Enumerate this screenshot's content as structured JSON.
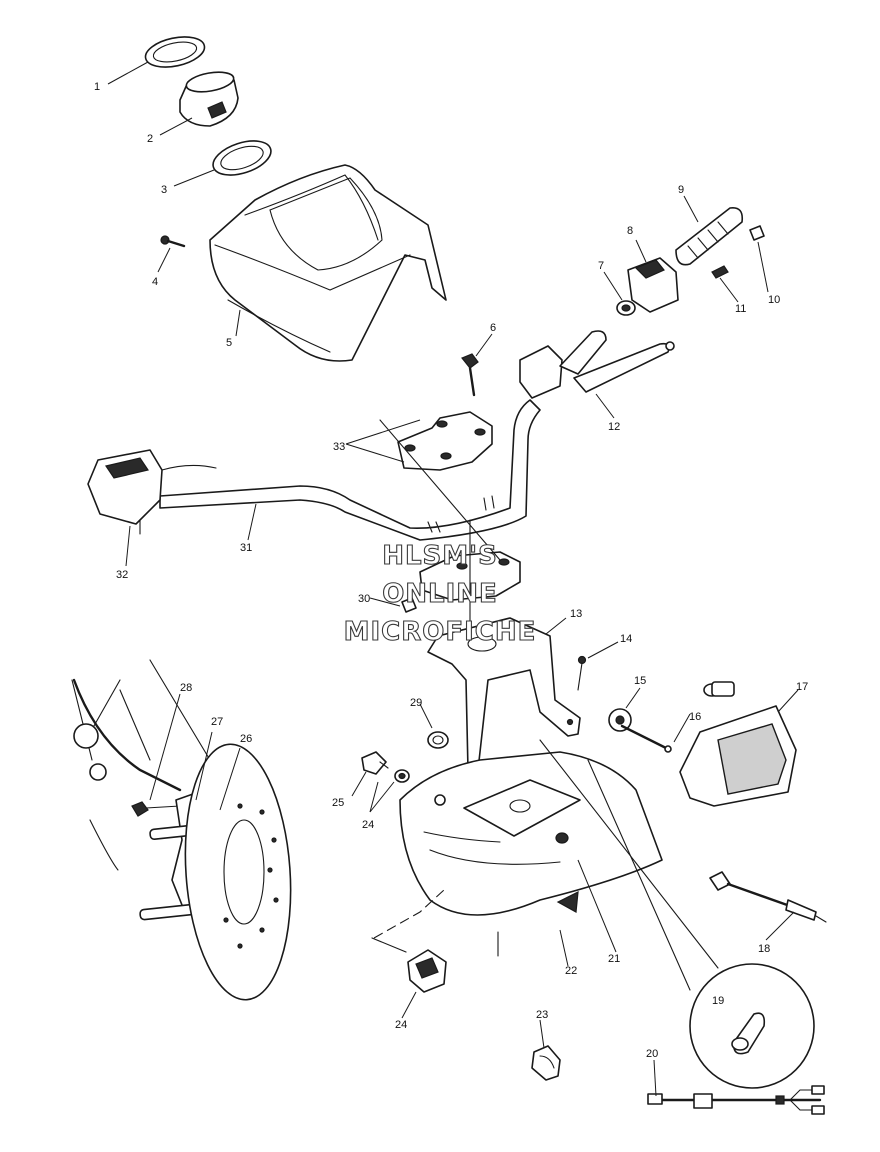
{
  "watermark": {
    "line1": "HLSM'S",
    "line2": "ONLINE",
    "line3": "MICROFICHE"
  },
  "callouts": [
    {
      "id": "p1",
      "label": "1"
    },
    {
      "id": "p2",
      "label": "2"
    },
    {
      "id": "p3",
      "label": "3"
    },
    {
      "id": "p4",
      "label": "4"
    },
    {
      "id": "p5",
      "label": "5"
    },
    {
      "id": "p6",
      "label": "6"
    },
    {
      "id": "p7",
      "label": "7"
    },
    {
      "id": "p8",
      "label": "8"
    },
    {
      "id": "p9",
      "label": "9"
    },
    {
      "id": "p10",
      "label": "10"
    },
    {
      "id": "p11",
      "label": "11"
    },
    {
      "id": "p12",
      "label": "12"
    },
    {
      "id": "p13",
      "label": "13"
    },
    {
      "id": "p14",
      "label": "14"
    },
    {
      "id": "p15",
      "label": "15"
    },
    {
      "id": "p16",
      "label": "16"
    },
    {
      "id": "p17",
      "label": "17"
    },
    {
      "id": "p18",
      "label": "18"
    },
    {
      "id": "p19",
      "label": "19"
    },
    {
      "id": "p20",
      "label": "20"
    },
    {
      "id": "p21",
      "label": "21"
    },
    {
      "id": "p22",
      "label": "22"
    },
    {
      "id": "p23",
      "label": "23"
    },
    {
      "id": "p24a",
      "label": "24"
    },
    {
      "id": "p24b",
      "label": "24"
    },
    {
      "id": "p25",
      "label": "25"
    },
    {
      "id": "p26",
      "label": "26"
    },
    {
      "id": "p27",
      "label": "27"
    },
    {
      "id": "p28",
      "label": "28"
    },
    {
      "id": "p29",
      "label": "29"
    },
    {
      "id": "p30",
      "label": "30"
    },
    {
      "id": "p31",
      "label": "31"
    },
    {
      "id": "p32",
      "label": "32"
    },
    {
      "id": "p33",
      "label": "33"
    }
  ]
}
